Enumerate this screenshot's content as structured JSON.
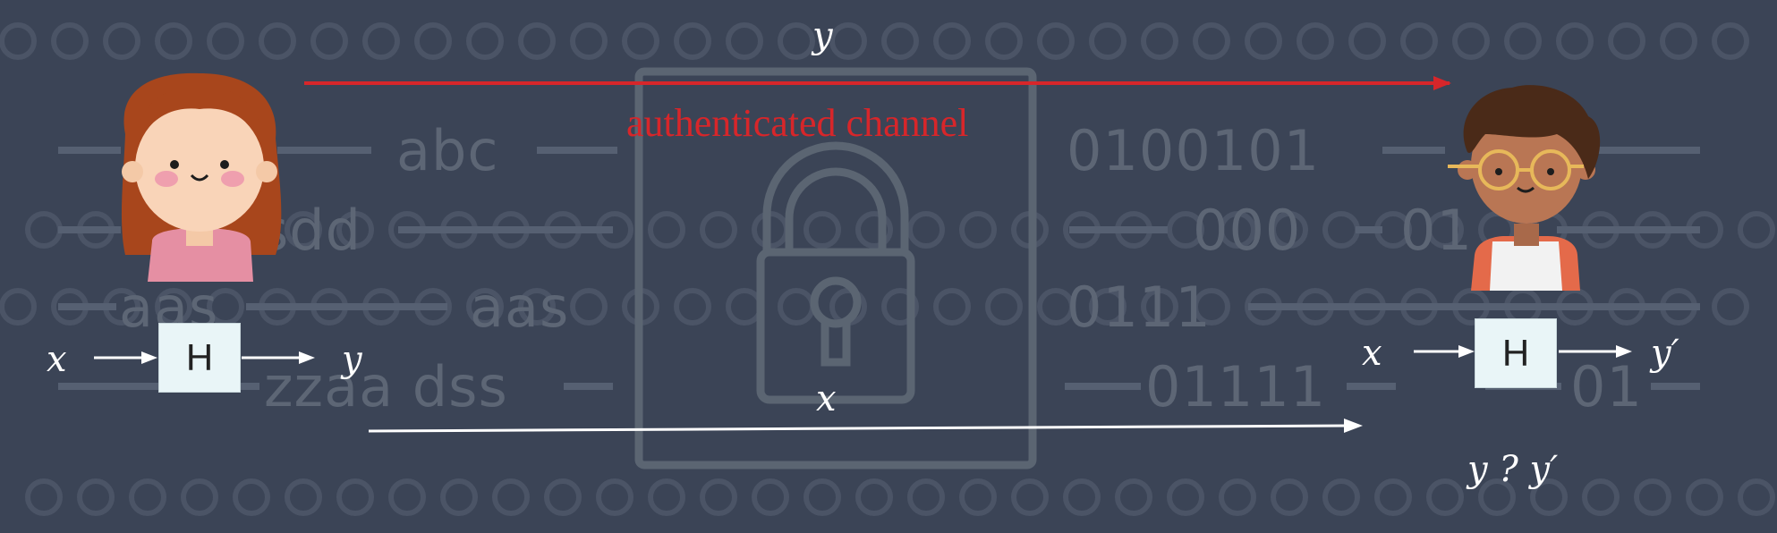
{
  "background_text": {
    "abc": "abc",
    "sdd": "sdd",
    "aas_left": "aas",
    "aas_right": "aas",
    "zzaa_dss": "zzaa dss",
    "bits_1": "0100101",
    "bits_2": "000",
    "bits_3": "01",
    "bits_4": "0111",
    "bits_5": "01111",
    "bits_6": "01"
  },
  "channel": {
    "label": "authenticated channel",
    "color": "#d7262a",
    "value_sent": "y"
  },
  "plain_channel": {
    "value_sent": "x",
    "color": "#ffffff"
  },
  "alice": {
    "input": "x",
    "function_label": "H",
    "output": "y"
  },
  "bob": {
    "input": "x",
    "function_label": "H",
    "output": "y′",
    "comparison": "y ? y′"
  },
  "icons": [
    "girl-avatar-icon",
    "boy-avatar-icon",
    "padlock-icon"
  ]
}
